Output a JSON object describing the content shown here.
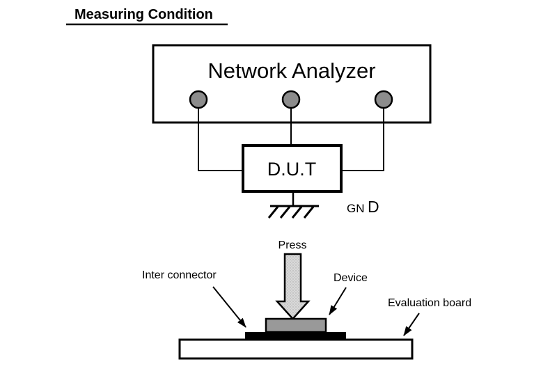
{
  "title": "Measuring Condition",
  "circuit": {
    "analyzer_label": "Network Analyzer",
    "dut_label": "D.U.T",
    "gnd_label_small": "GN",
    "gnd_label_large": "D"
  },
  "assembly": {
    "press_label": "Press",
    "inter_connector_label": "Inter connector",
    "device_label": "Device",
    "evaluation_board_label": "Evaluation board"
  },
  "colors": {
    "ink": "#000000",
    "port_fill": "#8c8c8c",
    "device_fill": "#999999",
    "press_arrow_fill": "#d9d9d9",
    "board_fill": "#ffffff",
    "strip_fill": "#000000",
    "box_fill": "#ffffff"
  }
}
